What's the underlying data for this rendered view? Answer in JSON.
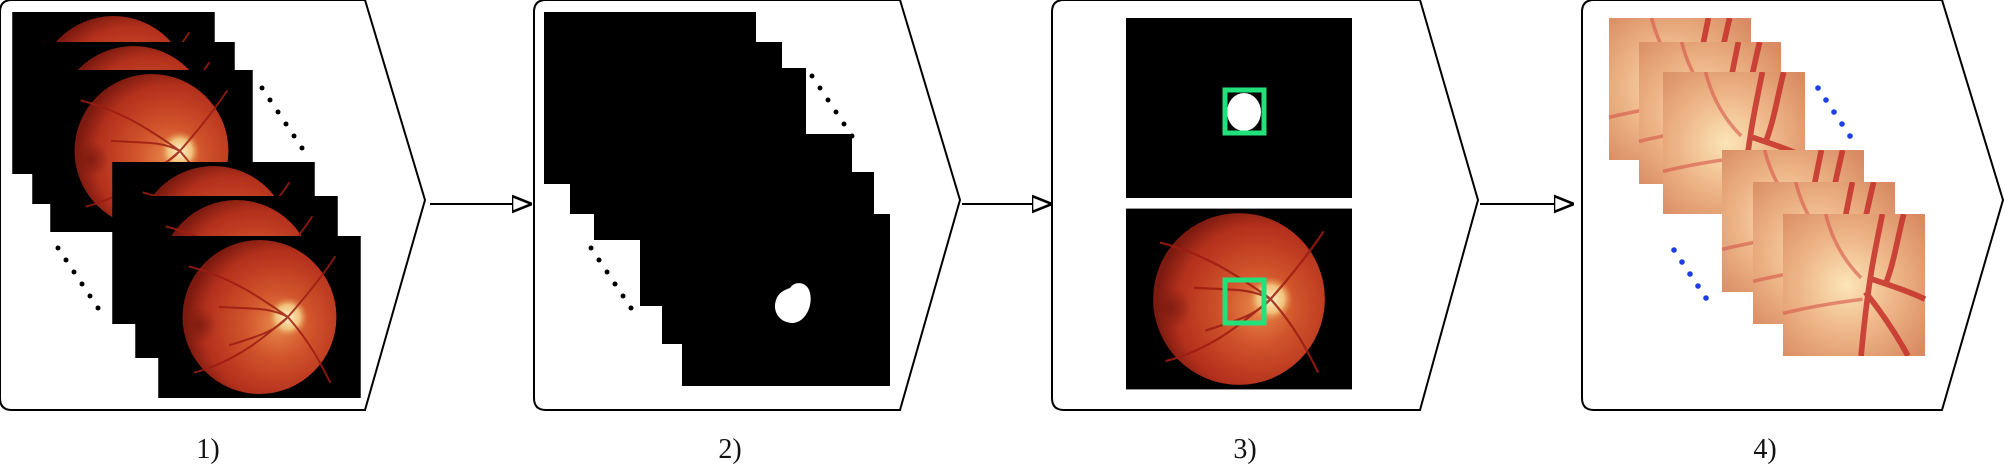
{
  "steps": [
    {
      "label": "1)"
    },
    {
      "label": "2)"
    },
    {
      "label": "3)"
    },
    {
      "label": "4)"
    }
  ],
  "colors": {
    "panel_border": "#000000",
    "detection_box": "#22e07a",
    "crop_dots": "#1f3fe0",
    "fundus_red": "#b8321e",
    "mask_bg": "#000000",
    "mask_blob": "#ffffff"
  }
}
